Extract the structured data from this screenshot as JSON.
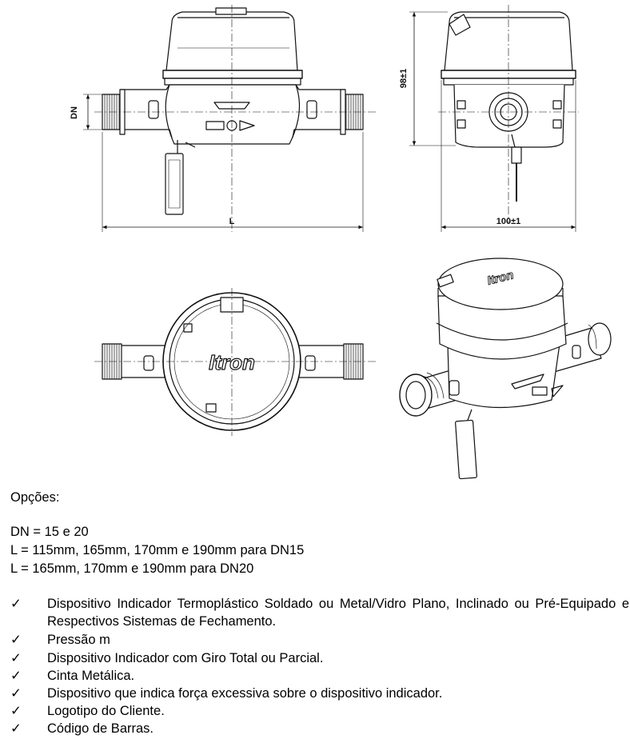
{
  "drawing": {
    "dim_dn": "DN",
    "dim_l": "L",
    "dim_height": "98±1",
    "dim_width": "100±1",
    "logo_text": "Itron"
  },
  "options": {
    "title": "Opções:",
    "specs": [
      "DN = 15 e 20",
      "L = 115mm, 165mm, 170mm e 190mm para DN15",
      "L = 165mm, 170mm e 190mm para DN20"
    ],
    "check_symbol": "✓",
    "features": [
      "Dispositivo Indicador Termoplástico Soldado ou Metal/Vidro Plano, Inclinado ou Pré-Equipado e Respectivos Sistemas de Fechamento.",
      "Pressão m",
      "Dispositivo Indicador com Giro Total ou Parcial.",
      "Cinta Metálica.",
      "Dispositivo que indica força excessiva sobre o dispositivo indicador.",
      "Logotipo do Cliente.",
      "Código de Barras."
    ]
  }
}
